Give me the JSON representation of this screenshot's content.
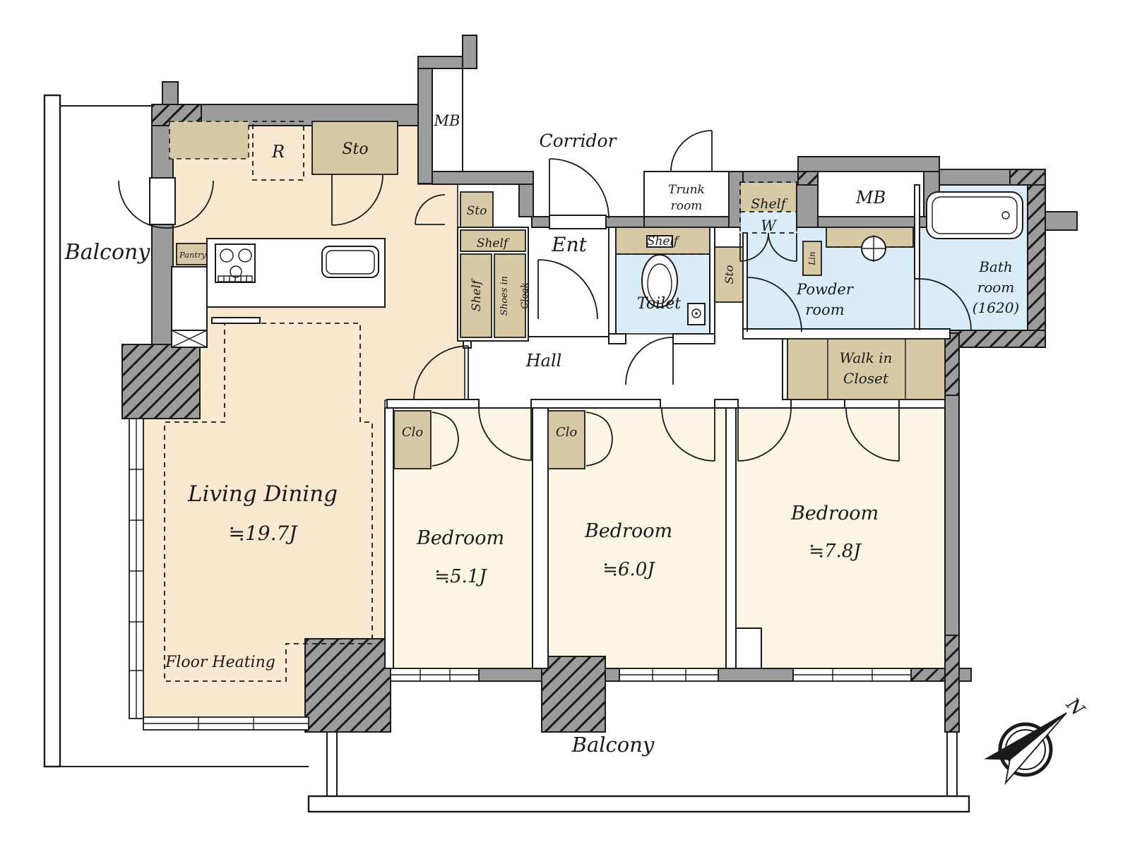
{
  "rooms": {
    "living_dining": {
      "label": "Living Dining",
      "size": "≒19.7J",
      "note": "Floor Heating"
    },
    "bedroom_small": {
      "label": "Bedroom",
      "size": "≒5.1J"
    },
    "bedroom_mid": {
      "label": "Bedroom",
      "size": "≒6.0J"
    },
    "bedroom_large": {
      "label": "Bedroom",
      "size": "≒7.8J"
    },
    "hall": {
      "label": "Hall"
    },
    "ent": {
      "label": "Ent"
    },
    "corridor": {
      "label": "Corridor"
    },
    "toilet": {
      "label": "Toilet"
    },
    "powder_room": {
      "line1": "Powder",
      "line2": "room"
    },
    "bath_room": {
      "line1": "Bath",
      "line2": "room",
      "line3": "(1620)"
    },
    "walk_in_closet": {
      "line1": "Walk in",
      "line2": "Closet"
    },
    "trunk_room": {
      "line1": "Trunk",
      "line2": "room"
    },
    "balcony_left": {
      "label": "Balcony"
    },
    "balcony_bottom": {
      "label": "Balcony"
    }
  },
  "storage": {
    "sto_kitchen": "Sto",
    "sto_entry": "Sto",
    "sto_hall": "Sto",
    "shelf_entry_top": "Shelf",
    "shelf_entry_side": "Shelf",
    "shoes_in_cloak_line1": "Shoes in",
    "shoes_in_cloak_line2": "Cloak",
    "shelf_toilet": "Shelf",
    "shelf_laundry": "Shelf",
    "washer": "W",
    "linen": "Lin",
    "pantry": "Pantry",
    "closet_1": "Clo",
    "closet_2": "Clo",
    "fridge": "R"
  },
  "utilities": {
    "mb_kitchen": "MB",
    "mb_bath": "MB"
  },
  "compass": {
    "north": "N"
  },
  "colors": {
    "floor_living": "#fbe8d1",
    "floor_bedroom": "#fbf6e3",
    "floor_wet": "#d9ecf7",
    "storage_tan": "#d7c8a6",
    "wall_gray": "#9c9c9c",
    "line_black": "#1a1a1a"
  }
}
